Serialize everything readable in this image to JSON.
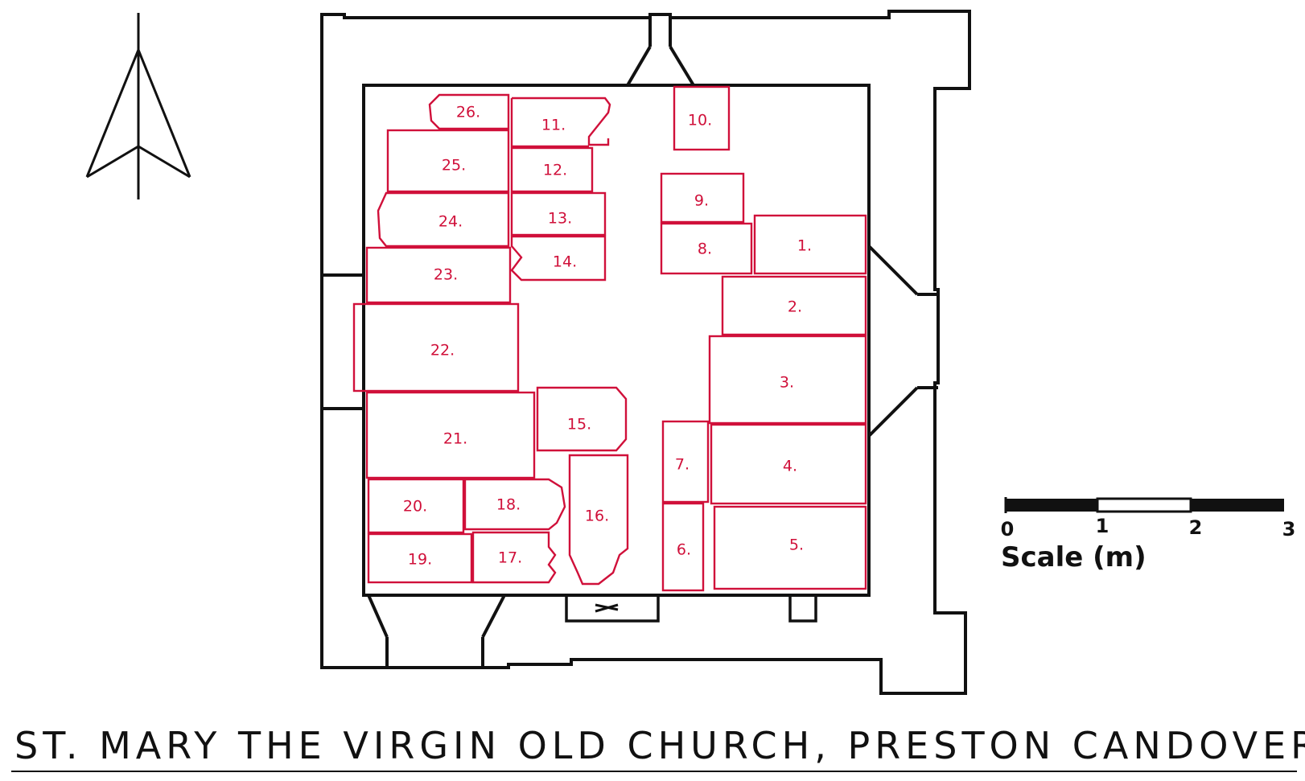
{
  "title": "ST. MARY THE VIRGIN OLD CHURCH, PRESTON CANDOVER",
  "colors": {
    "ink": "#111111",
    "grave_outline": "#d0103a",
    "background": "#ffffff"
  },
  "north_arrow": {
    "icon": "north-arrow-icon"
  },
  "scale_bar": {
    "label": "Scale (m)",
    "ticks": [
      "0",
      "1",
      "2",
      "3"
    ],
    "segments": [
      "black",
      "white",
      "black"
    ]
  },
  "graves": [
    {
      "label": "1."
    },
    {
      "label": "2."
    },
    {
      "label": "3."
    },
    {
      "label": "4."
    },
    {
      "label": "5."
    },
    {
      "label": "6."
    },
    {
      "label": "7."
    },
    {
      "label": "8."
    },
    {
      "label": "9."
    },
    {
      "label": "10."
    },
    {
      "label": "11."
    },
    {
      "label": "12."
    },
    {
      "label": "13."
    },
    {
      "label": "14."
    },
    {
      "label": "15."
    },
    {
      "label": "16."
    },
    {
      "label": "17."
    },
    {
      "label": "18."
    },
    {
      "label": "19."
    },
    {
      "label": "20."
    },
    {
      "label": "21."
    },
    {
      "label": "22."
    },
    {
      "label": "23."
    },
    {
      "label": "24."
    },
    {
      "label": "25."
    },
    {
      "label": "26."
    }
  ]
}
